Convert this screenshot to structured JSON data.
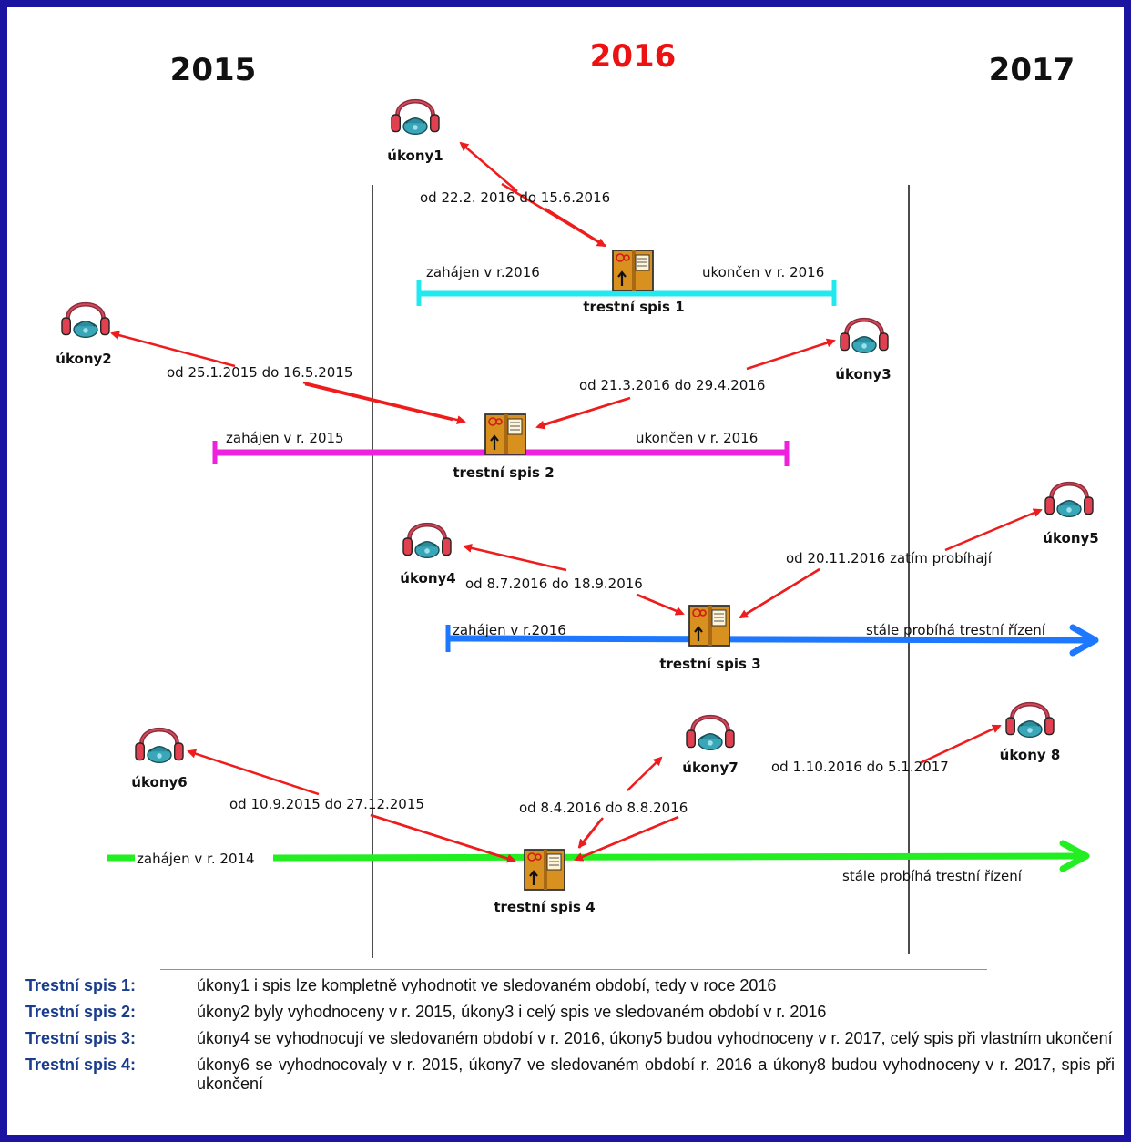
{
  "colors": {
    "border": "#1a14a0",
    "arrow": "#ee1c1c",
    "spis1": "#22e8f0",
    "spis2": "#ee22dd",
    "spis3": "#1e78ff",
    "spis4": "#22ee22",
    "year_2016": "#ee1111"
  },
  "years": {
    "y2015": "2015",
    "y2016": "2016",
    "y2017": "2017"
  },
  "icons": {
    "headset": "headset-phone-icon",
    "spis": "case-file-box-icon"
  },
  "nodes": {
    "ukony1": "úkony1",
    "ukony2": "úkony2",
    "ukony3": "úkony3",
    "ukony4": "úkony4",
    "ukony5": "úkony5",
    "ukony6": "úkony6",
    "ukony7": "úkony7",
    "ukony8": "úkony 8",
    "spis1": "trestní spis 1",
    "spis2": "trestní spis 2",
    "spis3": "trestní spis 3",
    "spis4": "trestní spis 4"
  },
  "edges": {
    "e1": "od 22.2. 2016 do 15.6.2016",
    "e2": "od 25.1.2015 do 16.5.2015",
    "e3": "od 21.3.2016 do 29.4.2016",
    "e4": "od 8.7.2016  do 18.9.2016",
    "e5": "od 20.11.2016 zatím probíhají",
    "e6": "od 10.9.2015  do 27.12.2015",
    "e7": "od 8.4.2016 do 8.8.2016",
    "e8": "od 1.10.2016 do 5.1.2017"
  },
  "lines": {
    "l1_start": "zahájen v r.2016",
    "l1_end": "ukončen v r. 2016",
    "l2_start": "zahájen v r. 2015",
    "l2_end": "ukončen v r. 2016",
    "l3_start": "zahájen v r.2016",
    "l3_end": "stále probíhá trestní řízení",
    "l4_start": "zahájen v r. 2014",
    "l4_end": "stále probíhá trestní řízení"
  },
  "legend": [
    {
      "key": "Trestní spis 1:",
      "text": "úkony1 i spis lze kompletně vyhodnotit ve sledovaném období, tedy v  roce 2016"
    },
    {
      "key": "Trestní spis 2:",
      "text": "úkony2 byly vyhodnoceny v r. 2015, úkony3 i celý spis ve sledovaném období v r. 2016"
    },
    {
      "key": "Trestní spis 3:",
      "text": "úkony4 se vyhodnocují ve sledovaném období v r. 2016, úkony5 budou vyhodnoceny v r. 2017, celý spis při vlastním ukončení"
    },
    {
      "key": "Trestní spis 4:",
      "text": "úkony6 se vyhodnocovaly v r. 2015, úkony7 ve sledovaném období r. 2016 a úkony8 budou vyhodnoceny v r. 2017, spis při ukončení"
    }
  ]
}
